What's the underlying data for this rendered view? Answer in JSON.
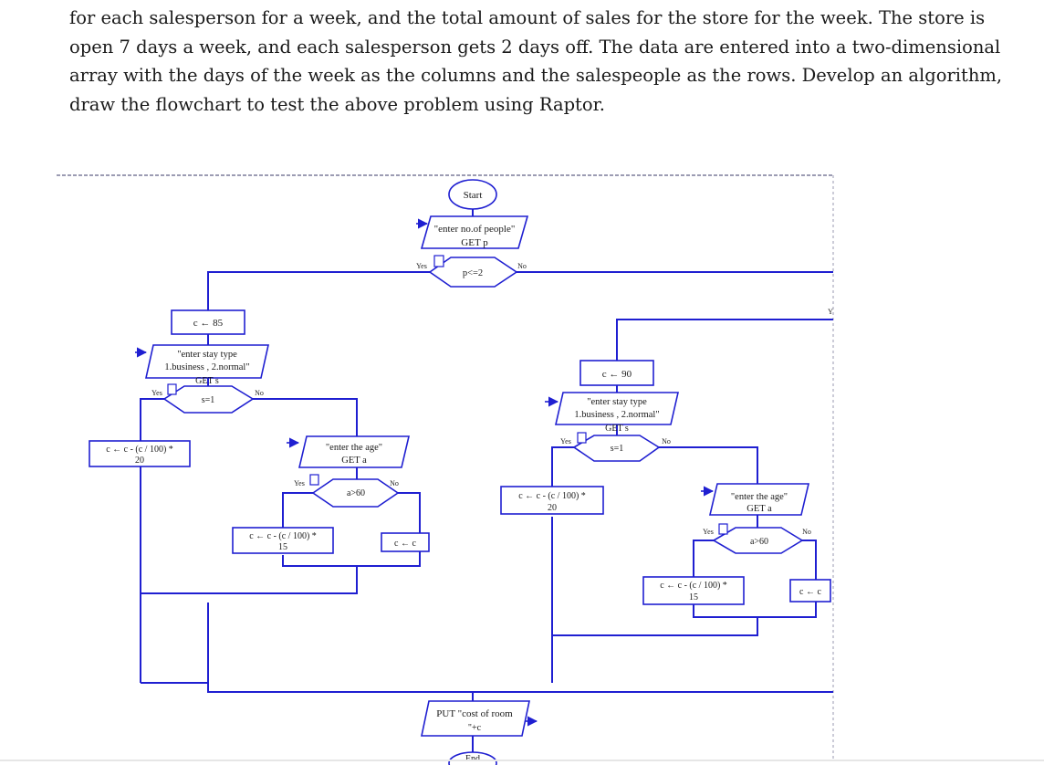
{
  "prose": {
    "lines": [
      "for each salesperson for a week, and the total amount of sales for the store for the week. The store is",
      "open 7 days a week, and each salesperson gets 2 days off. The data are entered into a two-dimensional",
      "array with the days of the week as the columns and the salespeople as the rows. Develop an algorithm,",
      "draw the flowchart to test the above problem using Raptor."
    ]
  },
  "flowchart": {
    "start": "Start",
    "input_people_prompt": "\"enter no.of people\"",
    "input_people_get": "GET p",
    "decision_people": "p<=2",
    "yes": "Yes",
    "no": "No",
    "right_edge_marker": "Y",
    "left": {
      "assign_cost": "c ← 85",
      "stay_prompt_1": "\"enter stay type",
      "stay_prompt_2": "1.business , 2.normal\"",
      "stay_get": "GET s",
      "decision_stay": "s=1",
      "business_calc_1": "c ← c - (c / 100) *",
      "business_calc_2": "20",
      "age_prompt": "\"enter the age\"",
      "age_get": "GET a",
      "decision_age": "a>60",
      "senior_calc_1": "c ← c - (c / 100) *",
      "senior_calc_2": "15",
      "keep_cost": "c ← c"
    },
    "right": {
      "assign_cost": "c ← 90",
      "stay_prompt_1": "\"enter stay type",
      "stay_prompt_2": "1.business , 2.normal\"",
      "stay_get": "GET s",
      "decision_stay": "s=1",
      "business_calc_1": "c ← c - (c / 100) *",
      "business_calc_2": "20",
      "age_prompt": "\"enter the age\"",
      "age_get": "GET a",
      "decision_age": "a>60",
      "senior_calc_1": "c ← c - (c / 100) *",
      "senior_calc_2": "15",
      "keep_cost": "c ← c"
    },
    "output_1": "PUT \"cost of room",
    "output_2": "\"+c",
    "end": "End"
  },
  "colors": {
    "flow_line": "#1f1fd1",
    "decision_dots": "#3333cc",
    "text": "#1a1a1a",
    "separator": "#7b7b9a"
  }
}
